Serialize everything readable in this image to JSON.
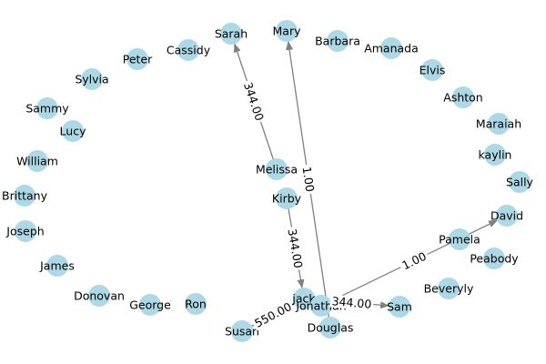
{
  "nodes": [
    {
      "id": "Sarah",
      "label": "Sarah"
    },
    {
      "id": "Mary",
      "label": "Mary"
    },
    {
      "id": "Barbara",
      "label": "Barbara"
    },
    {
      "id": "Amanada",
      "label": "Amanada"
    },
    {
      "id": "Cassidy",
      "label": "Cassidy"
    },
    {
      "id": "Peter",
      "label": "Peter"
    },
    {
      "id": "Elvis",
      "label": "Elvis"
    },
    {
      "id": "Sylvia",
      "label": "Sylvia"
    },
    {
      "id": "Ashton",
      "label": "Ashton"
    },
    {
      "id": "Sammy",
      "label": "Sammy"
    },
    {
      "id": "Maraiah",
      "label": "Maraiah"
    },
    {
      "id": "Lucy",
      "label": "Lucy"
    },
    {
      "id": "kaylin",
      "label": "kaylin"
    },
    {
      "id": "William",
      "label": "William"
    },
    {
      "id": "Melissa",
      "label": "Melissa"
    },
    {
      "id": "Sally",
      "label": "Sally"
    },
    {
      "id": "Brittany",
      "label": "Brittany"
    },
    {
      "id": "Kirby",
      "label": "Kirby"
    },
    {
      "id": "David",
      "label": "David"
    },
    {
      "id": "Joseph",
      "label": "Joseph"
    },
    {
      "id": "Pamela",
      "label": "Pamela"
    },
    {
      "id": "Peabody",
      "label": "Peabody"
    },
    {
      "id": "James",
      "label": "James"
    },
    {
      "id": "Beveryly",
      "label": "Beveryly"
    },
    {
      "id": "Donovan",
      "label": "Donovan"
    },
    {
      "id": "George",
      "label": "George"
    },
    {
      "id": "Ron",
      "label": "Ron"
    },
    {
      "id": "jack",
      "label": "jack"
    },
    {
      "id": "Jonathan",
      "label": "Jonathan"
    },
    {
      "id": "Sam",
      "label": "Sam"
    },
    {
      "id": "Susan",
      "label": "Susan"
    },
    {
      "id": "Douglas",
      "label": "Douglas"
    }
  ],
  "edges": [
    {
      "source": "Melissa",
      "target": "Sarah",
      "label": "344.00"
    },
    {
      "source": "Douglas",
      "target": "Mary",
      "label": "1.00"
    },
    {
      "source": "Kirby",
      "target": "jack",
      "label": "344.00"
    },
    {
      "source": "Jonathan",
      "target": "David",
      "label": "1.00"
    },
    {
      "source": "jack",
      "target": "Sam",
      "label": "344.00"
    },
    {
      "source": "Susan",
      "target": "jack",
      "label": "550.00"
    }
  ],
  "colors": {
    "node": "#add8e6",
    "edge": "#808080",
    "label": "#000000"
  }
}
